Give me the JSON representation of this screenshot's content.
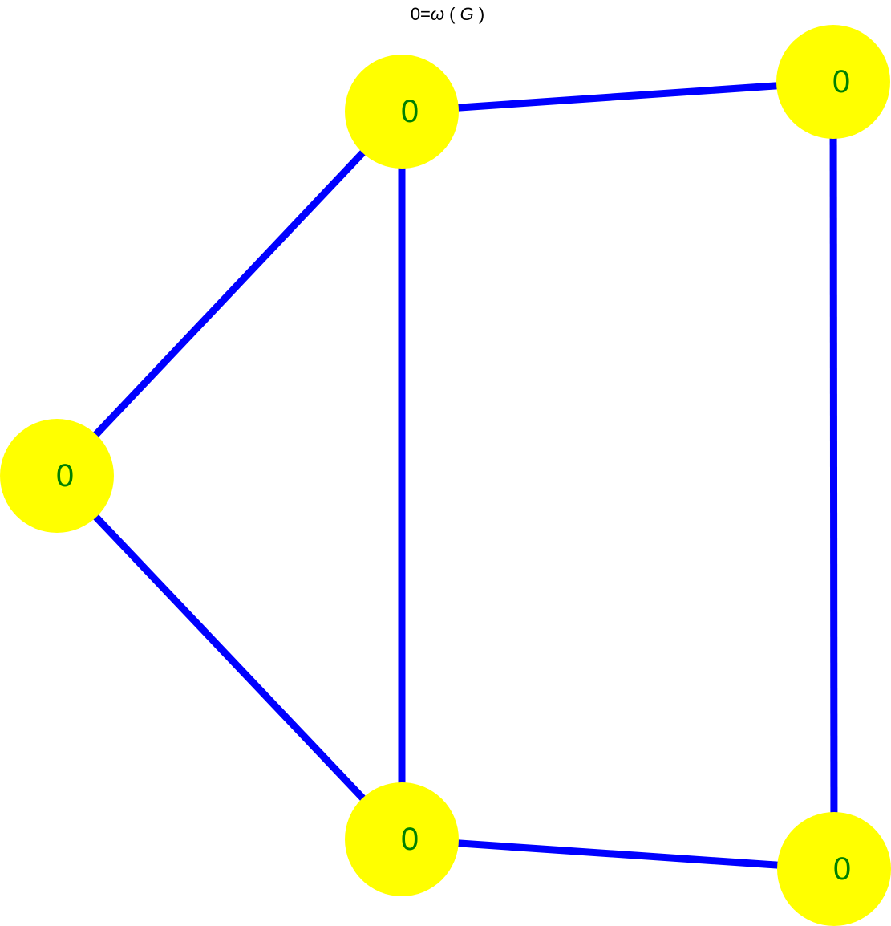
{
  "title": {
    "prefix": "0=",
    "omega": "ω",
    "open": " ( ",
    "var": "G",
    "close": " )"
  },
  "colors": {
    "node_fill": "#ffff00",
    "edge": "#0000ff",
    "label": "#008000",
    "title": "#000000"
  },
  "graph": {
    "nodes": [
      {
        "id": "top-left",
        "label": "0"
      },
      {
        "id": "top-right",
        "label": "0"
      },
      {
        "id": "left",
        "label": "0"
      },
      {
        "id": "bottom-left",
        "label": "0"
      },
      {
        "id": "bottom-right",
        "label": "0"
      }
    ],
    "edges": [
      {
        "from": "top-left",
        "to": "top-right"
      },
      {
        "from": "top-left",
        "to": "left"
      },
      {
        "from": "top-left",
        "to": "bottom-left"
      },
      {
        "from": "top-right",
        "to": "bottom-right"
      },
      {
        "from": "left",
        "to": "bottom-left"
      },
      {
        "from": "bottom-left",
        "to": "bottom-right"
      }
    ]
  }
}
